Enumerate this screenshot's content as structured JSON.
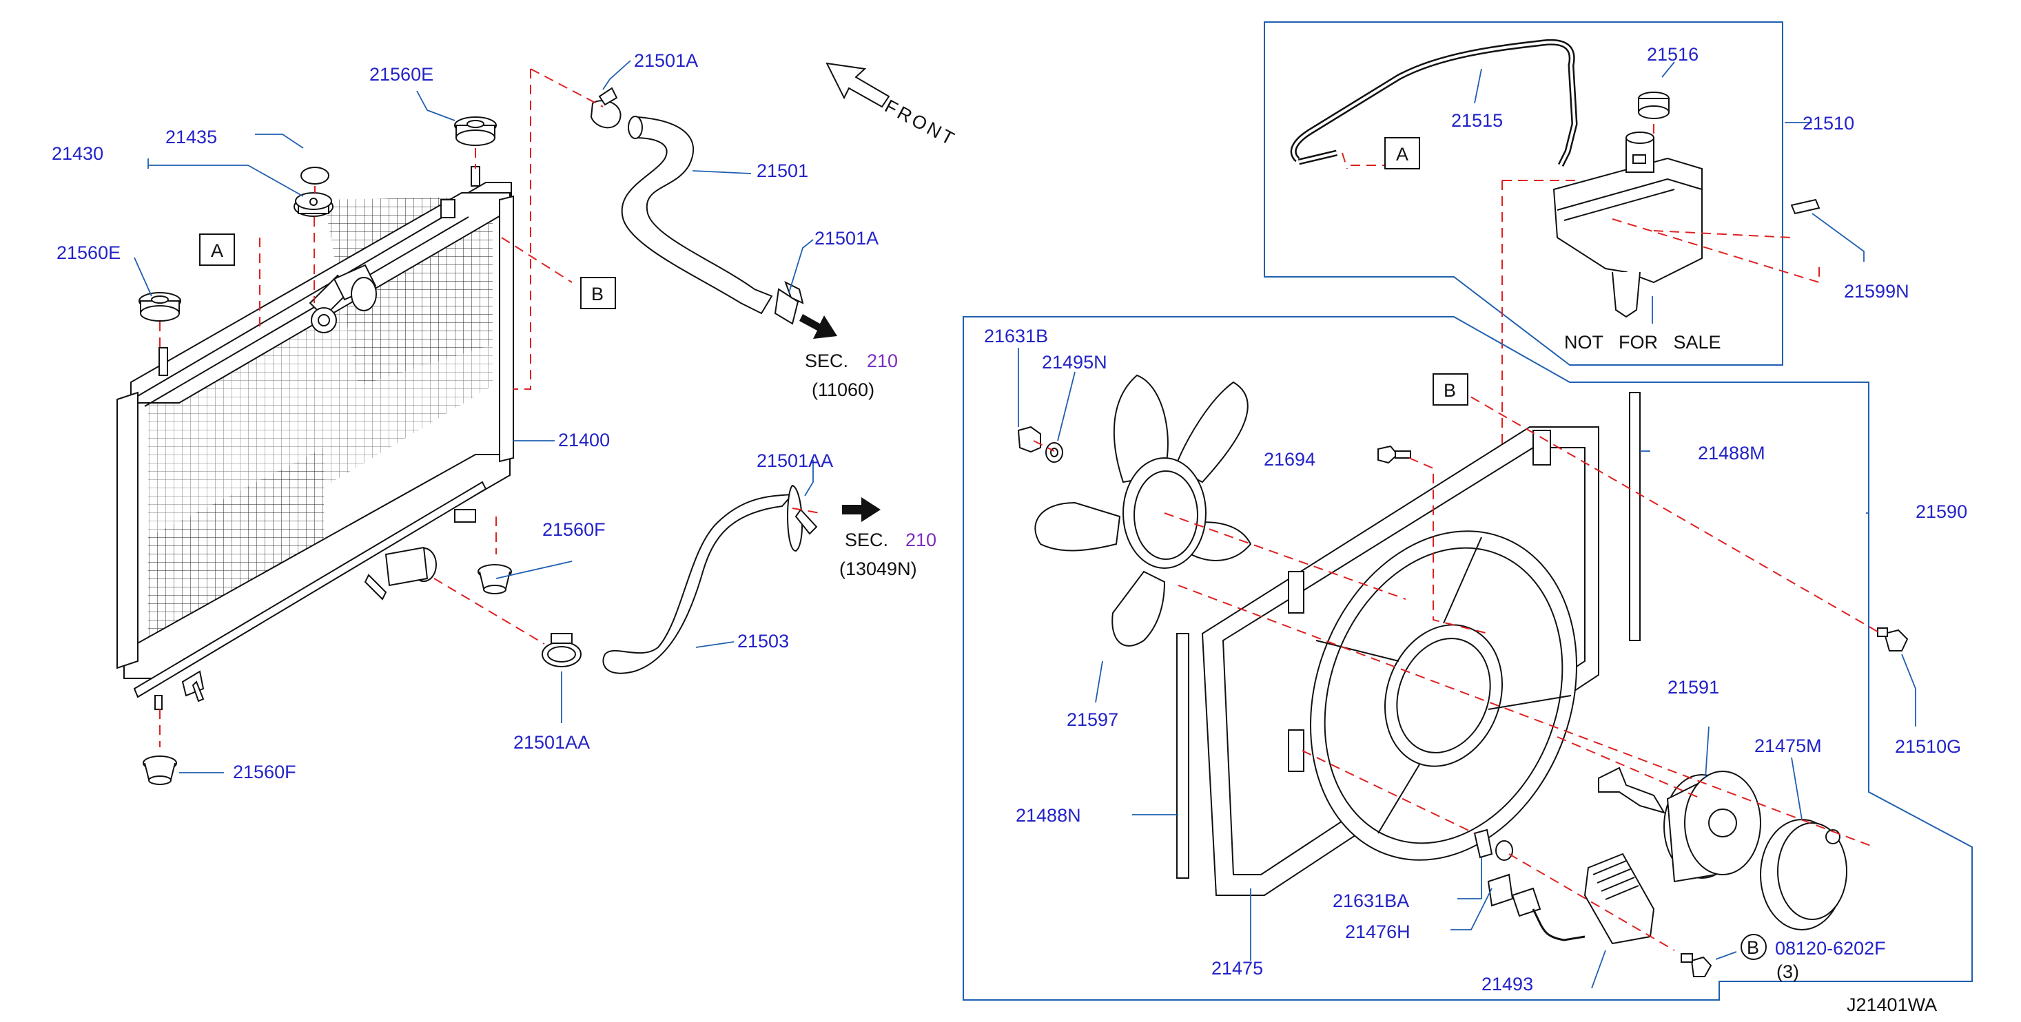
{
  "diagram": {
    "code": "J21401WA",
    "front_label": "FRONT",
    "not_for_sale": "NOT   FOR   SALE",
    "callouts": {
      "a_left": "A",
      "a_top": "A",
      "b_left": "B",
      "b_right": "B",
      "b_bolt": "B"
    },
    "sec_refs": [
      {
        "prefix": "SEC.",
        "num": "210",
        "sub": "(11060)"
      },
      {
        "prefix": "SEC.",
        "num": "210",
        "sub": "(13049N)"
      }
    ],
    "bolt_qty": "(3)",
    "parts": {
      "p21560E_top": "21560E",
      "p21435": "21435",
      "p21430": "21430",
      "p21560E_left": "21560E",
      "p21501A_top": "21501A",
      "p21501": "21501",
      "p21501A_mid": "21501A",
      "p21400": "21400",
      "p21501AA_top": "21501AA",
      "p21560F_mid": "21560F",
      "p21503": "21503",
      "p21501AA_bot": "21501AA",
      "p21560F_bot": "21560F",
      "p21516": "21516",
      "p21515": "21515",
      "p21510": "21510",
      "p21599N": "21599N",
      "p21631B": "21631B",
      "p21495N": "21495N",
      "p21694": "21694",
      "p21488M": "21488M",
      "p21590": "21590",
      "p21597": "21597",
      "p21510G": "21510G",
      "p21591": "21591",
      "p21475M": "21475M",
      "p21488N": "21488N",
      "p21631BA": "21631BA",
      "p21476H": "21476H",
      "p08120": "08120-6202F",
      "p21493": "21493",
      "p21475": "21475"
    }
  }
}
